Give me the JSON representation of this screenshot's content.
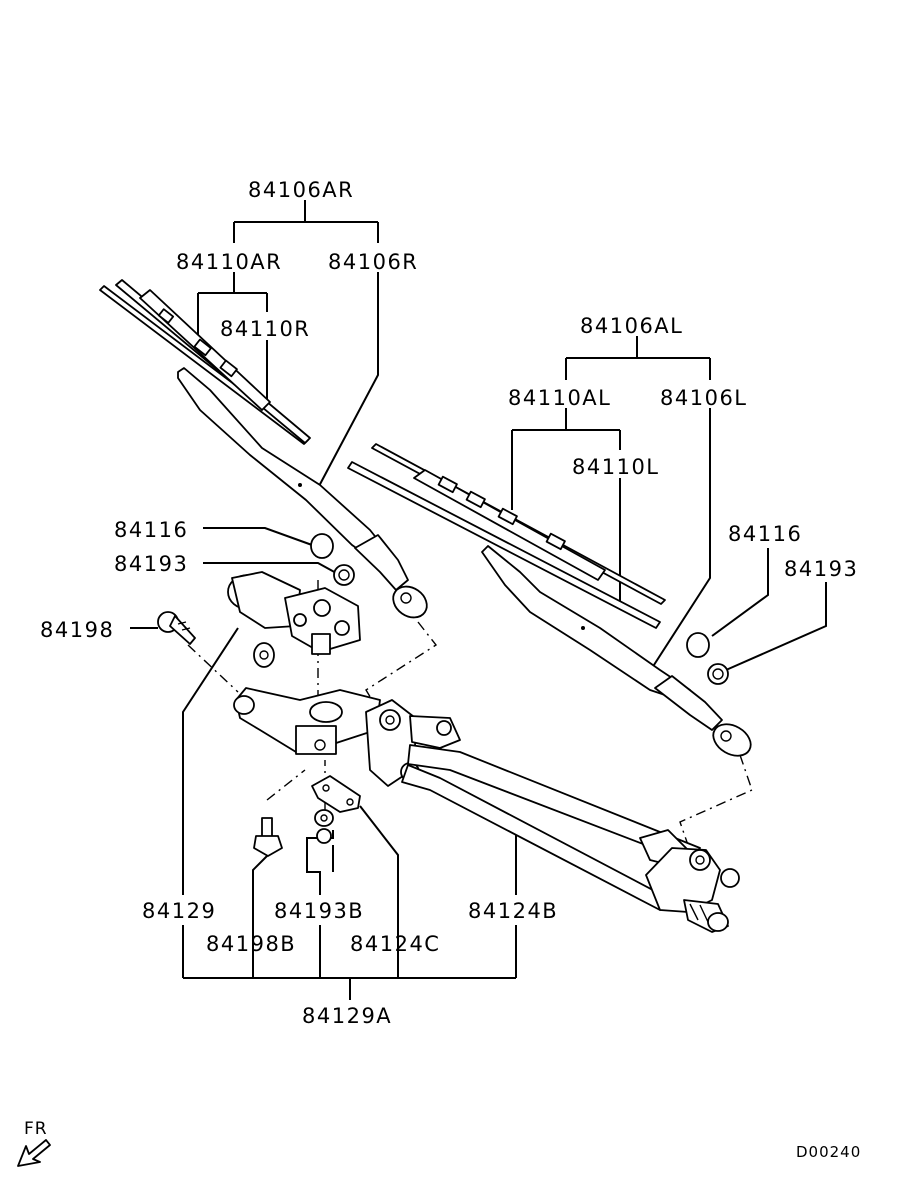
{
  "labels": {
    "p84106AR": "84106AR",
    "p84110AR": "84110AR",
    "p84106R": "84106R",
    "p84110R": "84110R",
    "p84106AL": "84106AL",
    "p84110AL": "84110AL",
    "p84106L": "84106L",
    "p84110L": "84110L",
    "p84116_left": "84116",
    "p84193_left": "84193",
    "p84116_right": "84116",
    "p84193_right": "84193",
    "p84198": "84198",
    "p84129": "84129",
    "p84193B": "84193B",
    "p84124B": "84124B",
    "p84198B": "84198B",
    "p84124C": "84124C",
    "p84129A": "84129A"
  },
  "orientation_label": "FR",
  "diagram_code": "D00240",
  "icons": {
    "orientation": "front-arrow-icon"
  }
}
